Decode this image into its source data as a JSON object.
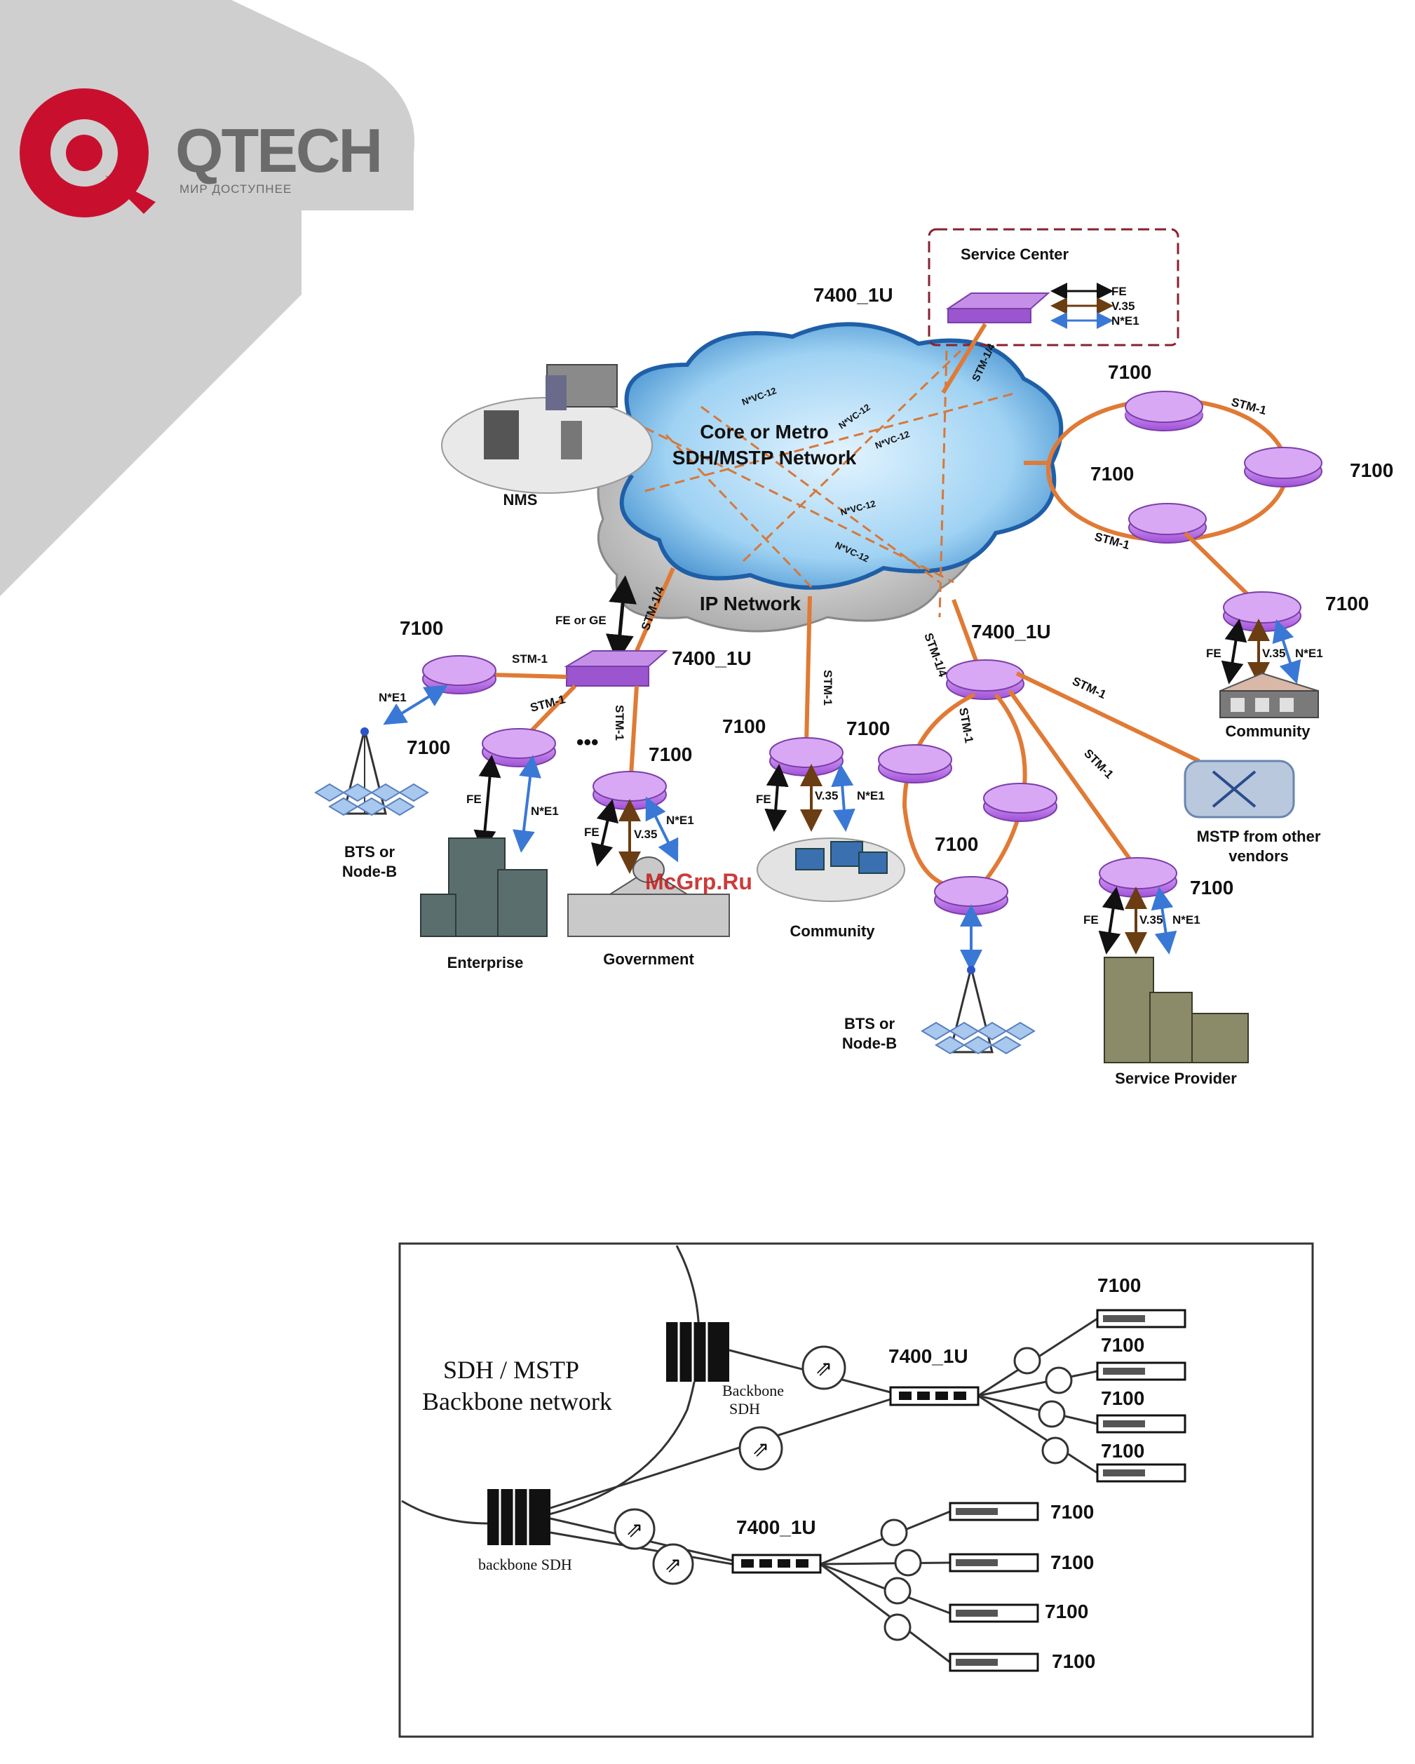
{
  "logo": {
    "name": "QTECH",
    "tagline": "МИР ДОСТУПНЕЕ",
    "colors": {
      "ring": "#c8102e",
      "text": "#6b6b6b",
      "panel": "#cfcfcf"
    }
  },
  "watermark": "McGrp.Ru",
  "diagram1": {
    "service_center": {
      "title": "Service Center",
      "legend": [
        "FE",
        "V.35",
        "N*E1"
      ],
      "device": "7400_1U"
    },
    "core": {
      "line1": "Core or Metro",
      "line2": "SDH/MSTP Network"
    },
    "ip_network": "IP Network",
    "nms": "NMS",
    "ring_right": {
      "top": "7100",
      "center": "7100",
      "right": "7100",
      "stm_top": "STM-1",
      "stm_bottom": "STM-1"
    },
    "community_right": {
      "device": "7100",
      "fe": "FE",
      "v35": "V.35",
      "ne1": "N*E1",
      "label": "Community"
    },
    "left_hub": {
      "device": "7400_1U",
      "fe_or_ge": "FE or GE",
      "stm14": "STM-1/4",
      "left_node": "7100",
      "stm_left": "STM-1",
      "ne1": "N*E1",
      "bts_node": "7100",
      "bts": "BTS or\nNode-B",
      "stm_down": "STM-1",
      "stm_vertical": "STM-1",
      "enterprise_fe": "FE",
      "enterprise_ne1": "N*E1",
      "enterprise": "Enterprise",
      "gov_node": "7100",
      "gov_fe": "FE",
      "gov_v35": "V.35",
      "gov_ne1": "N*E1",
      "government": "Government"
    },
    "center_branch": {
      "stm": "STM-1",
      "left_label": "7100",
      "node": "7100",
      "fe": "FE",
      "v35": "V.35",
      "ne1": "N*E1",
      "community": "Community"
    },
    "right_hub": {
      "device": "7400_1U",
      "stm14": "STM-1/4",
      "stm_ring": "STM-1",
      "stm_mstp": "STM-1",
      "stm_sp": "STM-1",
      "ring_node": "7100",
      "mstp": "MSTP from other\nvendors",
      "bts": "BTS or\nNode-B",
      "sp_node": "7100",
      "sp_fe": "FE",
      "sp_v35": "V.35",
      "sp_ne1": "N*E1",
      "service_provider": "Service Provider"
    },
    "pvc_labels": [
      "N*VC-12",
      "N*VC-12",
      "N*VC-12",
      "N*VC-12",
      "N*VC-12"
    ]
  },
  "diagram2": {
    "backbone_line1": "SDH / MSTP",
    "backbone_line2": "Backbone network",
    "backbone_sdh_top": [
      "Backbone",
      "SDH"
    ],
    "backbone_sdh_bottom": "backbone SDH",
    "hub_top": "7400_1U",
    "hub_bottom": "7400_1U",
    "top_nodes": [
      "7100",
      "7100",
      "7100",
      "7100"
    ],
    "bottom_nodes": [
      "7100",
      "7100",
      "7100",
      "7100"
    ]
  }
}
